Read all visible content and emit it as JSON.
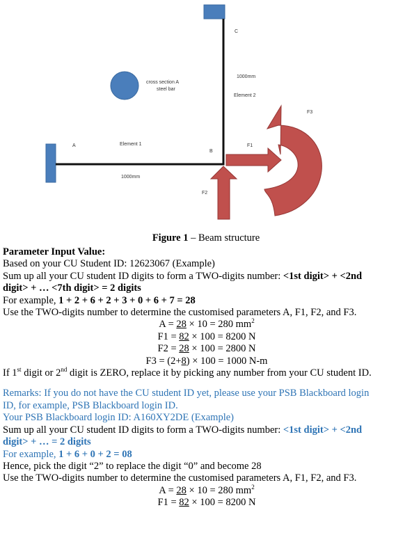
{
  "figure": {
    "labels": {
      "A": "A",
      "B": "B",
      "C": "C",
      "cross_section_1": "cross section A",
      "cross_section_2": "steel bar",
      "len1": "1000mm",
      "len2": "1000mm",
      "element1": "Element 1",
      "element2": "Element 2",
      "F1": "F1",
      "F2": "F2",
      "F3": "F3"
    },
    "caption_bold": "Figure 1",
    "caption_rest": " – Beam structure",
    "colors": {
      "support": "#4a7ebb",
      "arrow": "#c0504d"
    }
  },
  "doc": {
    "heading": "Parameter Input Value:",
    "l1": "Based on your CU Student ID: 12623067 (Example)",
    "l2a": "Sum up all your CU student ID digits to form a TWO-digits number: ",
    "l2b": "<1st digit> + <2nd",
    "l3": "digit> + … <7th digit> = 2 digits",
    "l4a": "For example, ",
    "l4b": "1 + 2 + 6 + 2 + 3 + 0 + 6 + 7 = 28",
    "l5": "Use the TWO-digits number to determine the customised parameters A, F1, F2, and F3.",
    "eqA_pre": "A = ",
    "eqA_u": "28",
    "eqA_post": " × 10 = 280 mm",
    "eqA_sup": "2",
    "eqF1_pre": "F1 = ",
    "eqF1_u": "82",
    "eqF1_post": " × 100 = 8200 N",
    "eqF2_pre": "F2 = ",
    "eqF2_u": "28",
    "eqF2_post": " × 100 = 2800 N",
    "eqF3_pre": "F3 = (2+",
    "eqF3_u": "8",
    "eqF3_post": ") × 100 = 1000 N-m",
    "l6a": "If 1",
    "l6s1": "st",
    "l6b": " digit or 2",
    "l6s2": "nd",
    "l6c": " digit is ZERO, replace it by picking any number from your CU student ID."
  },
  "remarks": {
    "r1": "Remarks: If you do not have the CU student ID yet, please use your PSB Blackboard login",
    "r2": "ID, for example, PSB Blackboard login ID.",
    "r3": "Your PSB Blackboard login ID: A160XY2DE (Example)",
    "r4a": "Sum up all your CU student ID digits to form a TWO-digits number: ",
    "r4b": "<1st digit> + <2nd",
    "r5": "digit> + … = 2 digits",
    "r6a": "For example, ",
    "r6b": "1 + 6 + 0 + 2 = 08",
    "r7": "Hence, pick the digit “2” to replace the digit “0” and become 28",
    "r8": "Use the TWO-digits number to determine the customised parameters A, F1, F2, and F3.",
    "eqA_pre": "A = ",
    "eqA_u": "28",
    "eqA_post": " × 10 = 280 mm",
    "eqA_sup": "2",
    "eqF1_pre": "F1 = ",
    "eqF1_u": "82",
    "eqF1_post": " × 100 = 8200 N"
  }
}
